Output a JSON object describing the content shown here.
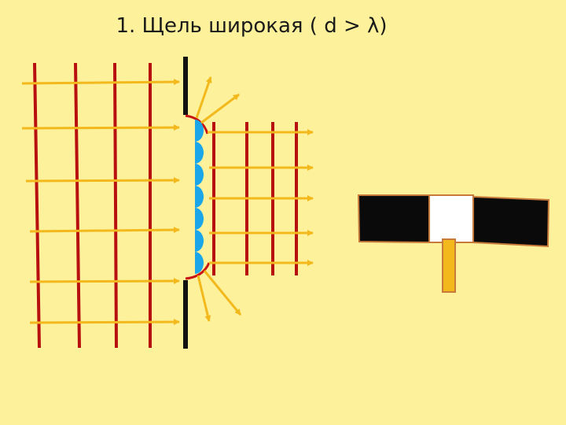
{
  "slide": {
    "title": "1. Щель  широкая ( d > λ)"
  },
  "colors": {
    "background": "#fdf29b",
    "wavefront": "#b80f0f",
    "ray": "#f3b81c",
    "barrier": "#111111",
    "secondary_source": "#1aa6e8",
    "screen_dark": "#0a0a0a",
    "screen_light": "#ffffff",
    "stand": "#f3b81c"
  },
  "diagram": {
    "incident_wavefront_count": 4,
    "incident_ray_count": 6,
    "secondary_source_count": 7,
    "transmitted_wavefront_count": 4,
    "transmitted_ray_count": 5,
    "diffracted_ray_count": 4
  }
}
